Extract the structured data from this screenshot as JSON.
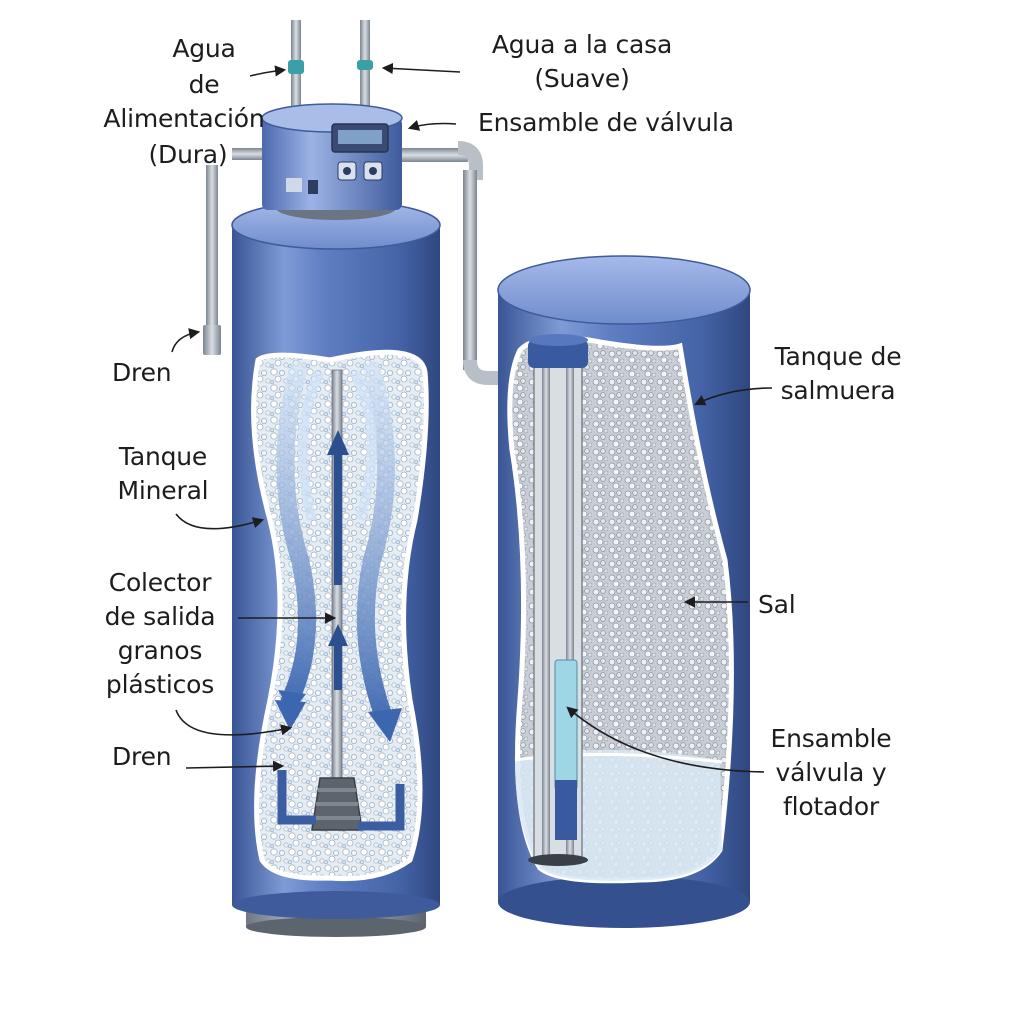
{
  "labels": {
    "feed_water": [
      "Agua",
      "de",
      "Alimentación",
      "(Dura)"
    ],
    "house_water": [
      "Agua a la casa",
      "(Suave)"
    ],
    "valve_assembly": "Ensamble de válvula",
    "drain_top": "Dren",
    "mineral_tank": [
      "Tanque",
      "Mineral"
    ],
    "collector": [
      "Colector",
      "de salida"
    ],
    "beads": [
      "granos",
      "plásticos"
    ],
    "drain_bottom": "Dren",
    "brine_tank": [
      "Tanque de",
      "salmuera"
    ],
    "salt": "Sal",
    "float_valve": [
      "Ensamble",
      "válvula y",
      "flotador"
    ]
  },
  "colors": {
    "tank_blue": "#4f6fb5",
    "tank_dark": "#34508f",
    "tank_light": "#8fa7dc",
    "resin": "#dfe8f1",
    "pipe": "#9aa3ad",
    "flow_arrow": "#3d66b0"
  }
}
